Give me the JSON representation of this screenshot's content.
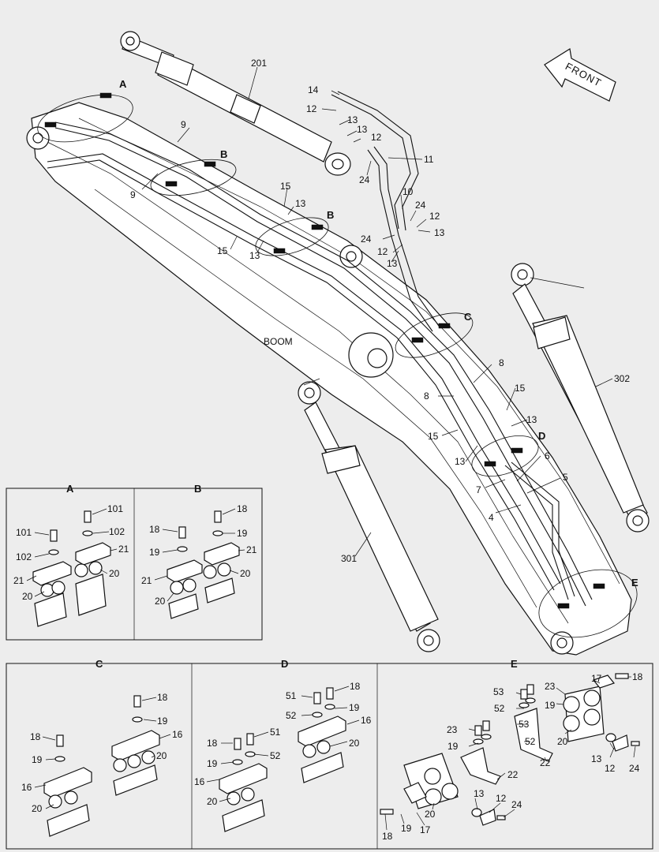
{
  "diagram": {
    "front_label": "FRONT",
    "boom_label": "BOOM",
    "callouts": [
      {
        "id": "c201",
        "t": "201"
      },
      {
        "id": "c14",
        "t": "14"
      },
      {
        "id": "c12a",
        "t": "12"
      },
      {
        "id": "c13a",
        "t": "13"
      },
      {
        "id": "c13b",
        "t": "13"
      },
      {
        "id": "c12b",
        "t": "12"
      },
      {
        "id": "c11",
        "t": "11"
      },
      {
        "id": "c24a",
        "t": "24"
      },
      {
        "id": "c10",
        "t": "10"
      },
      {
        "id": "c24b",
        "t": "24"
      },
      {
        "id": "c12c",
        "t": "12"
      },
      {
        "id": "c13c",
        "t": "13"
      },
      {
        "id": "c24c",
        "t": "24"
      },
      {
        "id": "c12d",
        "t": "12"
      },
      {
        "id": "c13d",
        "t": "13"
      },
      {
        "id": "c9a",
        "t": "9"
      },
      {
        "id": "c9b",
        "t": "9"
      },
      {
        "id": "c15a",
        "t": "15"
      },
      {
        "id": "c13e",
        "t": "13"
      },
      {
        "id": "c15b",
        "t": "15"
      },
      {
        "id": "c13f",
        "t": "13"
      },
      {
        "id": "c8a",
        "t": "8"
      },
      {
        "id": "c8b",
        "t": "8"
      },
      {
        "id": "c15c",
        "t": "15"
      },
      {
        "id": "c13g",
        "t": "13"
      },
      {
        "id": "c15d",
        "t": "15"
      },
      {
        "id": "c13h",
        "t": "13"
      },
      {
        "id": "c6",
        "t": "6"
      },
      {
        "id": "c5",
        "t": "5"
      },
      {
        "id": "c7",
        "t": "7"
      },
      {
        "id": "c4",
        "t": "4"
      },
      {
        "id": "c302",
        "t": "302"
      },
      {
        "id": "c301",
        "t": "301"
      },
      {
        "id": "gA",
        "t": "A"
      },
      {
        "id": "gB1",
        "t": "B"
      },
      {
        "id": "gB2",
        "t": "B"
      },
      {
        "id": "gC",
        "t": "C"
      },
      {
        "id": "gD",
        "t": "D"
      },
      {
        "id": "gE",
        "t": "E"
      }
    ]
  },
  "details": {
    "A": {
      "title": "A",
      "labels": [
        {
          "id": "a101r",
          "t": "101"
        },
        {
          "id": "a102r",
          "t": "102"
        },
        {
          "id": "a21r",
          "t": "21"
        },
        {
          "id": "a20r",
          "t": "20"
        },
        {
          "id": "a101l",
          "t": "101"
        },
        {
          "id": "a102l",
          "t": "102"
        },
        {
          "id": "a21l",
          "t": "21"
        },
        {
          "id": "a20l",
          "t": "20"
        }
      ]
    },
    "B": {
      "title": "B",
      "labels": [
        {
          "id": "b18r",
          "t": "18"
        },
        {
          "id": "b19r",
          "t": "19"
        },
        {
          "id": "b21r",
          "t": "21"
        },
        {
          "id": "b20r",
          "t": "20"
        },
        {
          "id": "b18l",
          "t": "18"
        },
        {
          "id": "b19l",
          "t": "19"
        },
        {
          "id": "b21l",
          "t": "21"
        },
        {
          "id": "b20l",
          "t": "20"
        }
      ]
    },
    "C": {
      "title": "C",
      "labels": [
        {
          "id": "c18r",
          "t": "18"
        },
        {
          "id": "c19r",
          "t": "19"
        },
        {
          "id": "c16r",
          "t": "16"
        },
        {
          "id": "c20r",
          "t": "20"
        },
        {
          "id": "c18l",
          "t": "18"
        },
        {
          "id": "c19l",
          "t": "19"
        },
        {
          "id": "c16l",
          "t": "16"
        },
        {
          "id": "c20l",
          "t": "20"
        }
      ]
    },
    "D": {
      "title": "D",
      "labels": [
        {
          "id": "d18r",
          "t": "18"
        },
        {
          "id": "d51r",
          "t": "51"
        },
        {
          "id": "d52r",
          "t": "52"
        },
        {
          "id": "d19r",
          "t": "19"
        },
        {
          "id": "d16r",
          "t": "16"
        },
        {
          "id": "d20r",
          "t": "20"
        },
        {
          "id": "d18l",
          "t": "18"
        },
        {
          "id": "d51l",
          "t": "51"
        },
        {
          "id": "d19l",
          "t": "19"
        },
        {
          "id": "d52l",
          "t": "52"
        },
        {
          "id": "d16l",
          "t": "16"
        },
        {
          "id": "d20l",
          "t": "20"
        }
      ]
    },
    "E": {
      "title": "E",
      "labels": [
        {
          "id": "e17a",
          "t": "17"
        },
        {
          "id": "e18a",
          "t": "18"
        },
        {
          "id": "e53a",
          "t": "53"
        },
        {
          "id": "e23a",
          "t": "23"
        },
        {
          "id": "e19a",
          "t": "19"
        },
        {
          "id": "e52a",
          "t": "52"
        },
        {
          "id": "e20a",
          "t": "20"
        },
        {
          "id": "e53b",
          "t": "53"
        },
        {
          "id": "e23b",
          "t": "23"
        },
        {
          "id": "e52b",
          "t": "52"
        },
        {
          "id": "e19b",
          "t": "19"
        },
        {
          "id": "e22a",
          "t": "22"
        },
        {
          "id": "e13a",
          "t": "13"
        },
        {
          "id": "e12a",
          "t": "12"
        },
        {
          "id": "e24a",
          "t": "24"
        },
        {
          "id": "e22b",
          "t": "22"
        },
        {
          "id": "e13b",
          "t": "13"
        },
        {
          "id": "e12b",
          "t": "12"
        },
        {
          "id": "e24b",
          "t": "24"
        },
        {
          "id": "e20b",
          "t": "20"
        },
        {
          "id": "e18b",
          "t": "18"
        },
        {
          "id": "e19c",
          "t": "19"
        },
        {
          "id": "e17b",
          "t": "17"
        }
      ]
    }
  }
}
